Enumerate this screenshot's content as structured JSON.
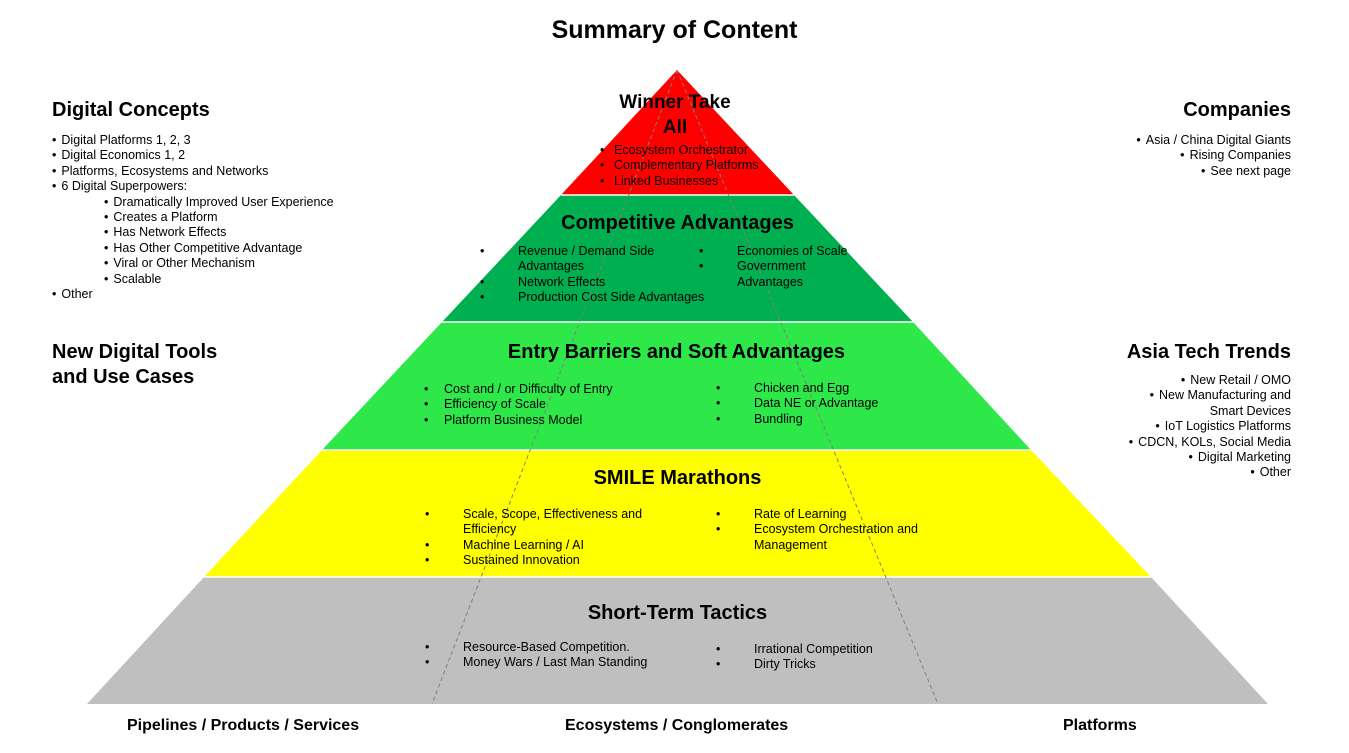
{
  "title": "Summary of Content",
  "colors": {
    "red": "#ff0000",
    "dark_green": "#00b050",
    "light_green": "#2ee84a",
    "yellow": "#ffff00",
    "gray": "#bfbfbf"
  },
  "left": {
    "digital_concepts": {
      "heading": "Digital Concepts",
      "items": [
        "Digital Platforms 1, 2, 3",
        "Digital Economics 1, 2",
        "Platforms, Ecosystems and Networks",
        "6 Digital Superpowers:"
      ],
      "subitems": [
        "Dramatically Improved User Experience",
        "Creates a Platform",
        "Has Network Effects",
        "Has Other Competitive Advantage",
        "Viral or Other Mechanism",
        "Scalable"
      ],
      "last": "Other"
    },
    "tools": {
      "line1": "New Digital Tools",
      "line2": "and Use Cases"
    }
  },
  "right": {
    "companies": {
      "heading": "Companies",
      "items": [
        "Asia / China Digital Giants",
        "Rising Companies",
        "See next page"
      ]
    },
    "trends": {
      "heading": "Asia Tech Trends",
      "items": [
        "New Retail / OMO",
        "New Manufacturing and",
        "Smart Devices",
        "IoT Logistics Platforms",
        "CDCN, KOLs, Social Media",
        "Digital Marketing",
        "Other"
      ]
    }
  },
  "pyramid": {
    "winner": {
      "line1": "Winner Take",
      "line2": "All",
      "items": [
        "Ecosystem Orchestrator",
        "Complementary Platforms",
        "Linked Businesses"
      ]
    },
    "competitive": {
      "heading": "Competitive Advantages",
      "left": [
        "Revenue / Demand Side",
        "Advantages",
        "Network Effects",
        "Production Cost Side Advantages"
      ],
      "right": [
        "Economies of Scale",
        "Government",
        "Advantages"
      ]
    },
    "entry": {
      "heading": "Entry Barriers and Soft Advantages",
      "left": [
        "Cost and / or Difficulty of Entry",
        "Efficiency of Scale",
        "Platform Business Model"
      ],
      "right": [
        "Chicken and Egg",
        "Data NE or Advantage",
        "Bundling"
      ]
    },
    "smile": {
      "heading": "SMILE Marathons",
      "left": [
        "Scale, Scope, Effectiveness and",
        "Efficiency",
        "Machine Learning / AI",
        "Sustained Innovation"
      ],
      "right": [
        "Rate of Learning",
        "Ecosystem Orchestration and",
        "Management"
      ]
    },
    "tactics": {
      "heading": "Short-Term Tactics",
      "left": [
        "Resource-Based Competition.",
        "Money Wars / Last Man Standing"
      ],
      "right": [
        "Irrational Competition",
        "Dirty Tricks"
      ]
    }
  },
  "bottom": {
    "left": "Pipelines / Products / Services",
    "center": "Ecosystems / Conglomerates",
    "right": "Platforms"
  }
}
